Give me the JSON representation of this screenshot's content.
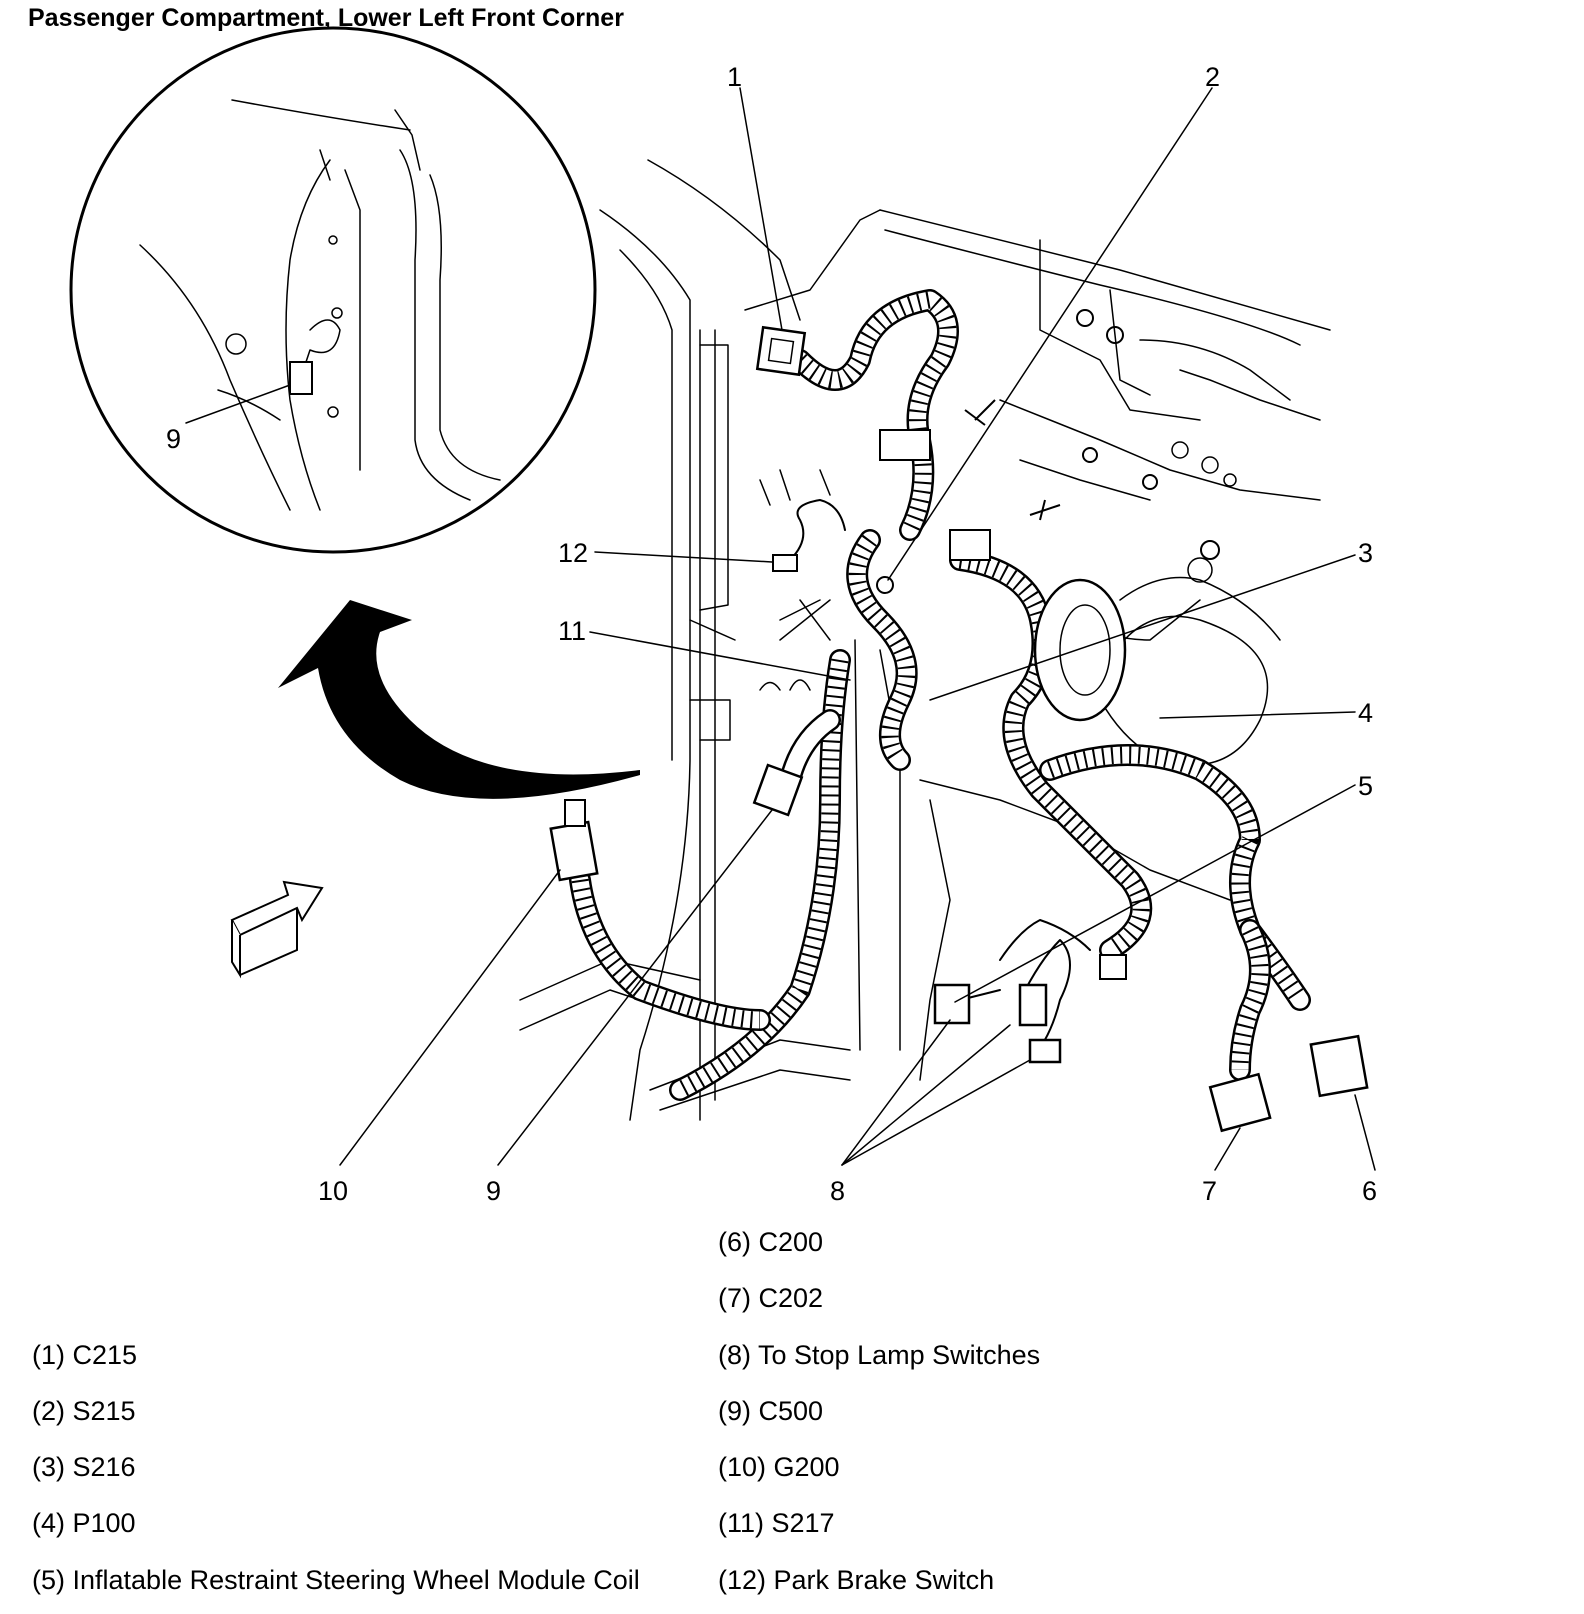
{
  "title": "Passenger Compartment, Lower Left Front Corner",
  "callouts": [
    "1",
    "2",
    "3",
    "4",
    "5",
    "6",
    "7",
    "8",
    "9",
    "10",
    "11",
    "12",
    "9"
  ],
  "legend": {
    "left": [
      "(1) C215",
      "(2) S215",
      "(3) S216",
      "(4) P100",
      "(5) Inflatable Restraint Steering Wheel Module Coil"
    ],
    "right": [
      "(6) C200",
      "(7) C202",
      "(8) To Stop Lamp Switches",
      "(9) C500",
      "(10) G200",
      "(11) S217",
      "(12) Park Brake Switch"
    ]
  }
}
